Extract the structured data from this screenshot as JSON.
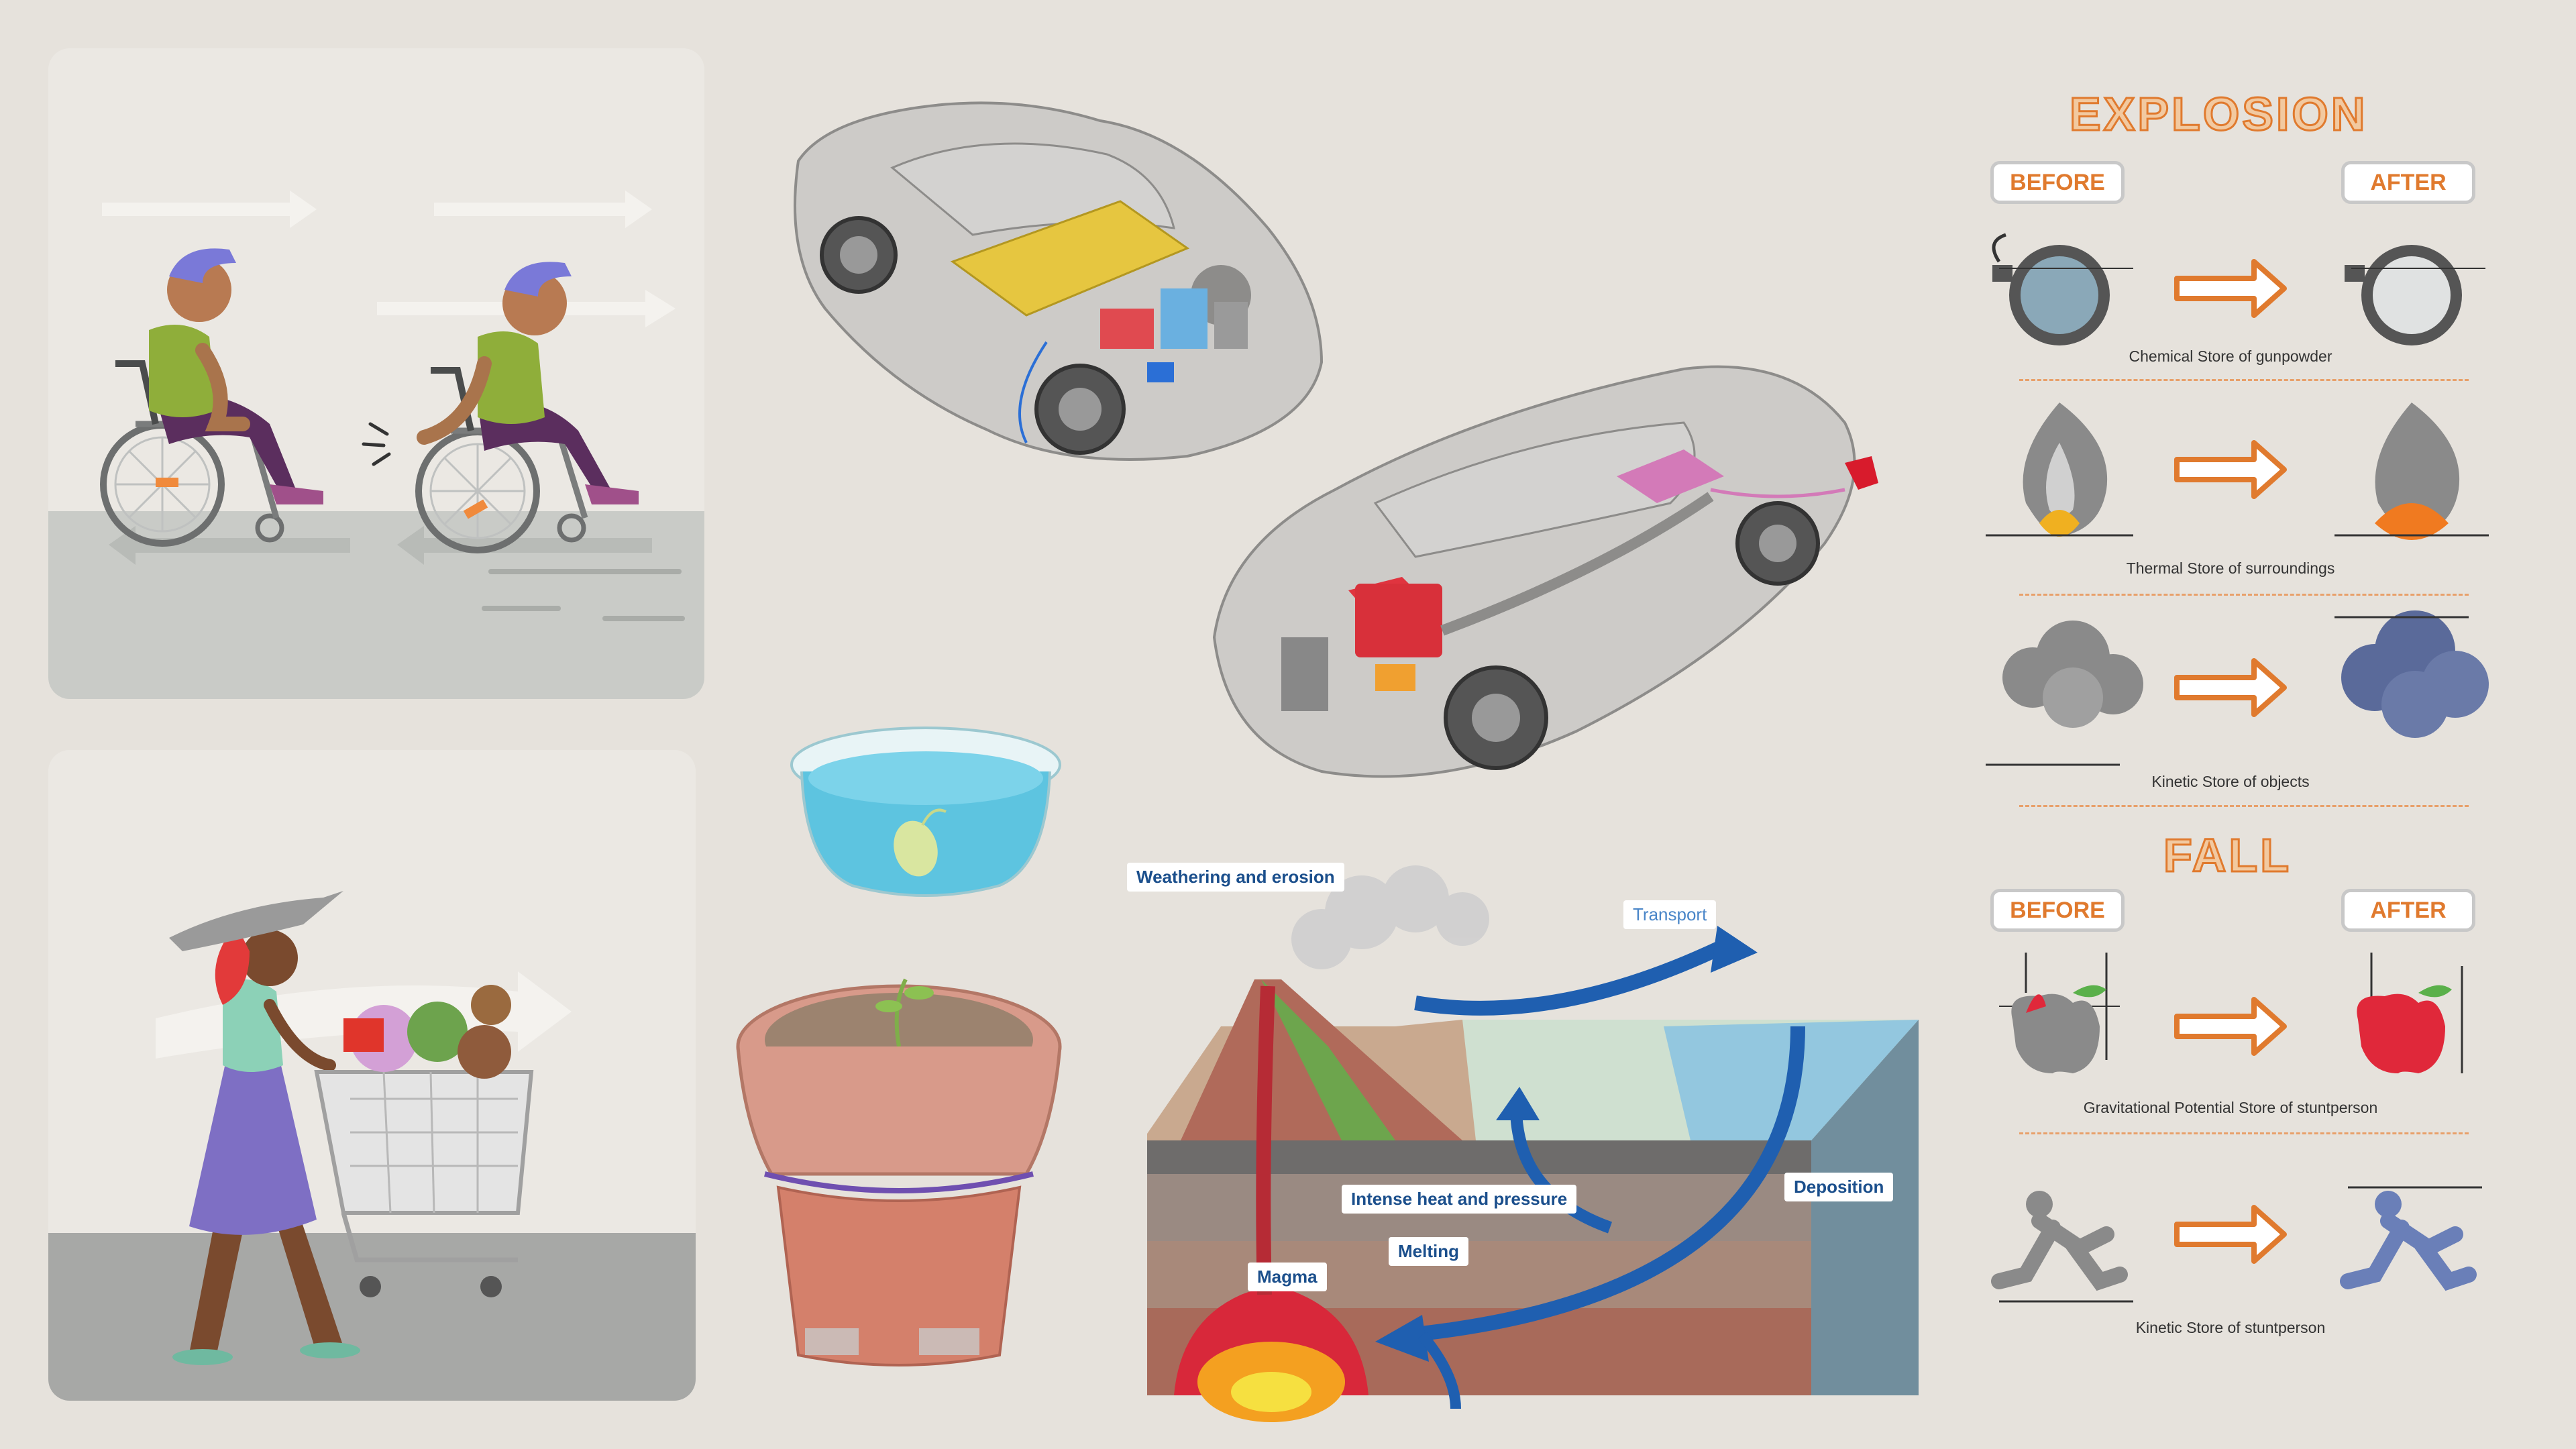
{
  "rock_cycle": {
    "weathering": "Weathering and erosion",
    "transport": "Transport",
    "deposition": "Deposition",
    "heat_pressure": "Intense heat and pressure",
    "melting": "Melting",
    "magma": "Magma"
  },
  "explosion": {
    "title": "EXPLOSION",
    "before": "BEFORE",
    "after": "AFTER",
    "chemical": "Chemical Store of gunpowder",
    "thermal": "Thermal Store of surroundings",
    "kinetic": "Kinetic Store of objects"
  },
  "fall": {
    "title": "FALL",
    "before": "BEFORE",
    "after": "AFTER",
    "gravitational": "Gravitational Potential Store of stuntperson",
    "kinetic": "Kinetic Store of stuntperson"
  },
  "colors": {
    "background": "#e6e2dc",
    "accent_orange": "#e07a2e",
    "label_blue": "#1b4f8c",
    "arrow_blue": "#1f5fb0"
  }
}
